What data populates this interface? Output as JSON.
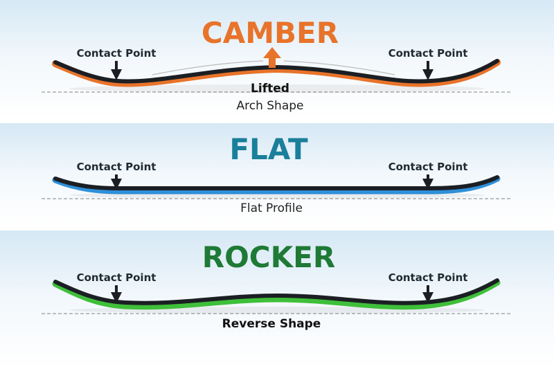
{
  "colors": {
    "camber": "#e8732a",
    "flat": "#1a7f9a",
    "flat_base": "#2f8fd8",
    "rocker": "#1e7a35",
    "rocker_base": "#3fbf3a",
    "board": "#1b1f24"
  },
  "panels": [
    {
      "title": "CAMBER",
      "contact_left": "Contact Point",
      "contact_right": "Contact Point",
      "label_bold": "Lifted",
      "label": "Arch Shape",
      "icon": "arrow-up-icon"
    },
    {
      "title": "FLAT",
      "contact_left": "Contact Point",
      "contact_right": "Contact Point",
      "label": "Flat Profile"
    },
    {
      "title": "ROCKER",
      "contact_left": "Contact Point",
      "contact_right": "Contact Point",
      "label": "Reverse Shape"
    }
  ]
}
